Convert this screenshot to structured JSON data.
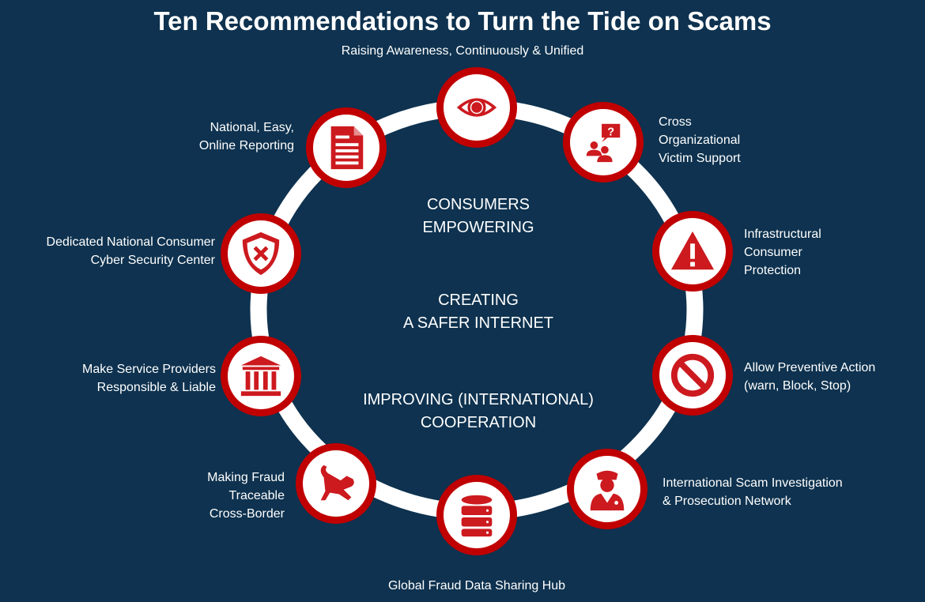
{
  "title": "Ten Recommendations to Turn the Tide on Scams",
  "subtitle": "Raising Awareness, Continuously & Unified",
  "center": {
    "line1a": "CONSUMERS",
    "line1b": "EMPOWERING",
    "line2a": "CREATING",
    "line2b": "A SAFER INTERNET",
    "line3a": "IMPROVING (INTERNATIONAL)",
    "line3b": "COOPERATION"
  },
  "colors": {
    "background": "#0e324f",
    "ring": "#ffffff",
    "node_border": "#c00000",
    "icon": "#cc1a1f"
  },
  "recommendations": [
    {
      "icon": "eye-icon"
    },
    {
      "icon": "victim-support-icon",
      "l1": "Cross",
      "l2": "Organizational",
      "l3": "Victim Support"
    },
    {
      "icon": "warning-icon",
      "l1": "Infrastructural",
      "l2": "Consumer",
      "l3": "Protection"
    },
    {
      "icon": "stop-icon",
      "l1": "Allow Preventive Action",
      "l2": "(warn, Block, Stop)"
    },
    {
      "icon": "police-icon",
      "l1": "International Scam Investigation",
      "l2": "& Prosecution Network"
    },
    {
      "icon": "database-icon",
      "l1": "Global Fraud Data Sharing Hub"
    },
    {
      "icon": "dog-icon",
      "l1": "Making Fraud",
      "l2": "Traceable",
      "l3": "Cross-Border"
    },
    {
      "icon": "bank-icon",
      "l1": "Make Service Providers",
      "l2": "Responsible & Liable"
    },
    {
      "icon": "shield-icon",
      "l1": "Dedicated National Consumer",
      "l2": "Cyber Security Center"
    },
    {
      "icon": "document-icon",
      "l1": "National, Easy,",
      "l2": "Online Reporting"
    }
  ]
}
